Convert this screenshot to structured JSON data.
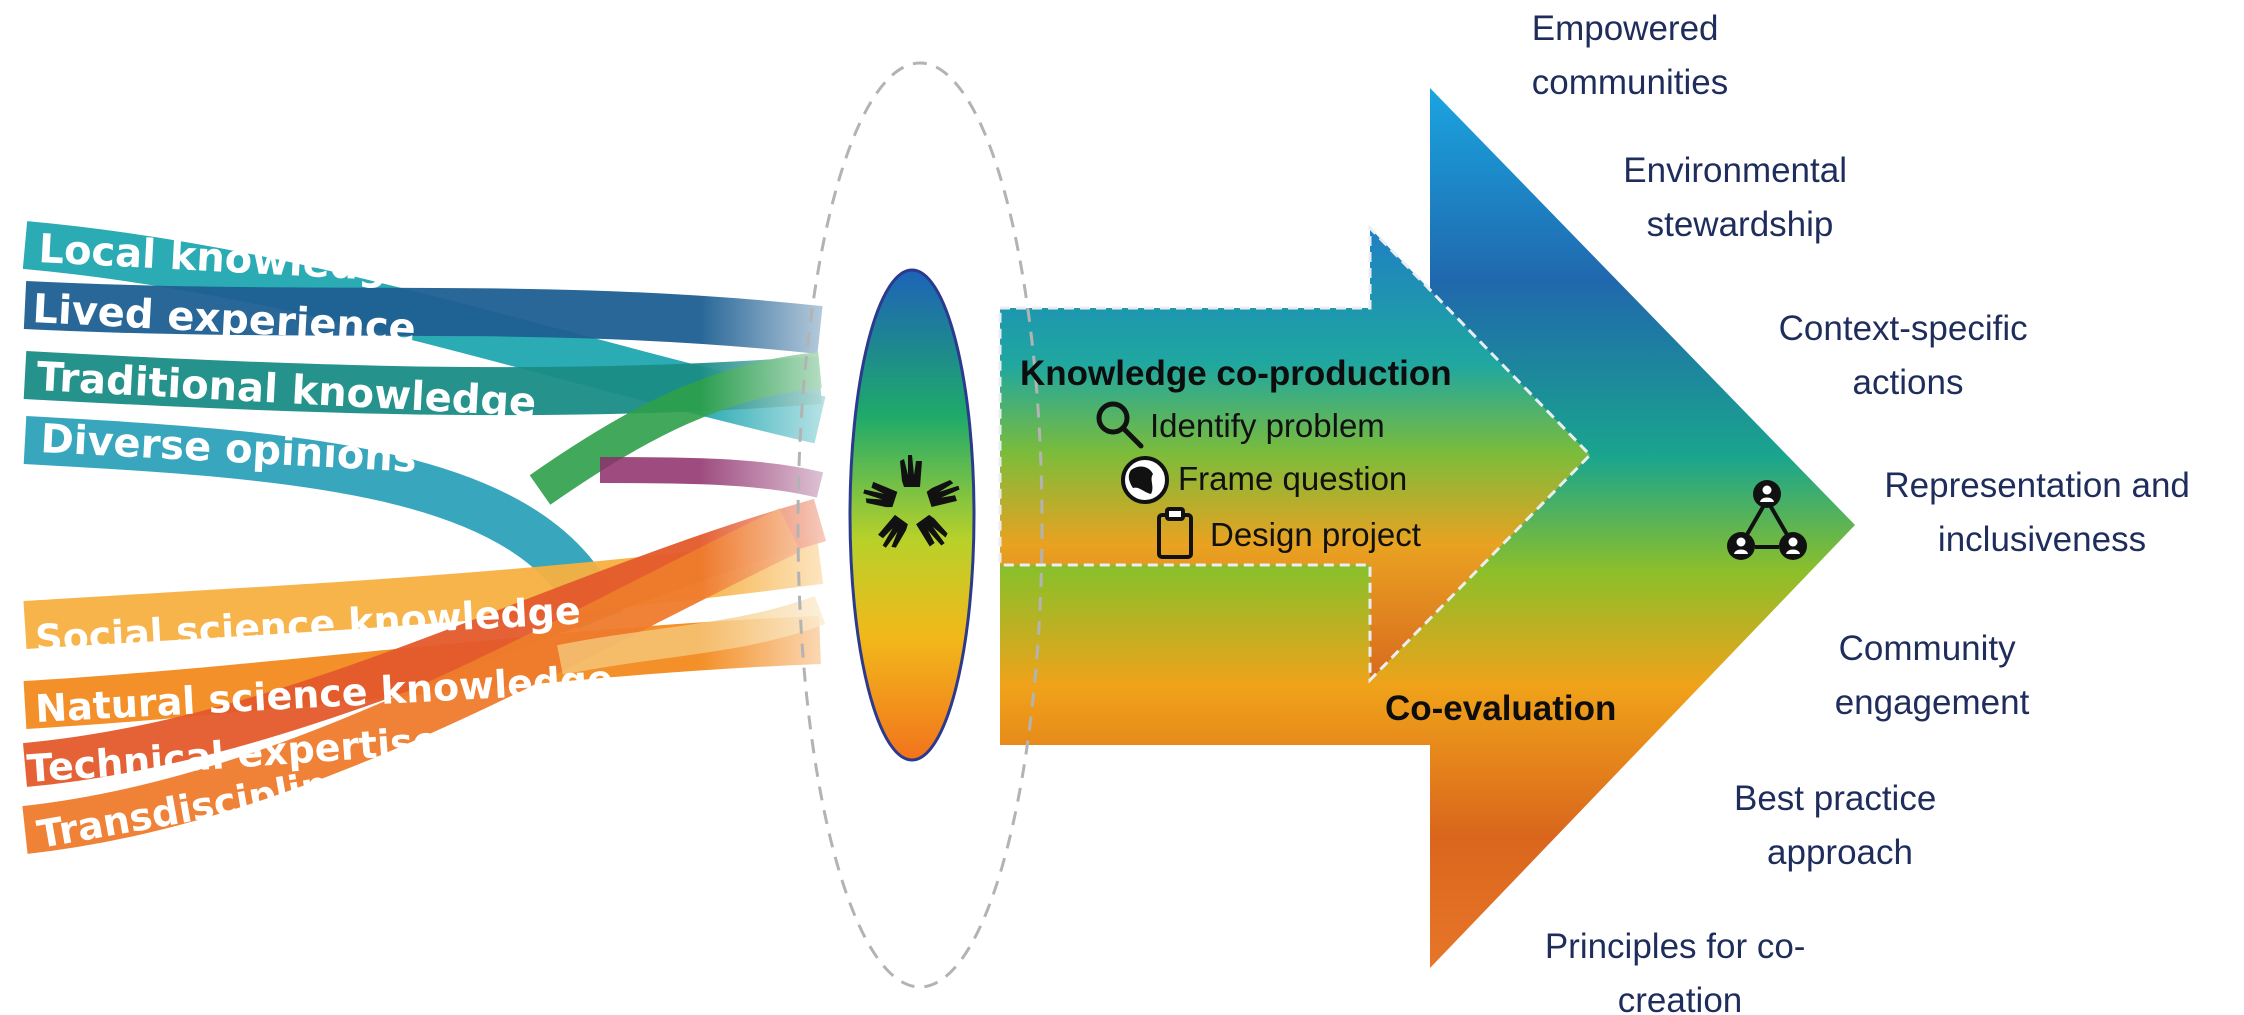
{
  "knowledge_inputs": {
    "local": "Local knowledge",
    "lived": "Lived experience",
    "traditional": "Traditional knowledge",
    "diverse": "Diverse opinions",
    "social": "Social science knowledge",
    "natural": "Natural science knowledge",
    "technical": "Technical expertise",
    "transdisciplinary": "Transdisciplinary knowledge"
  },
  "process": {
    "title": "Knowledge co-production",
    "steps": {
      "identify": "Identify problem",
      "frame": "Frame question",
      "design": "Design project"
    },
    "evaluation": "Co-evaluation"
  },
  "outcomes": {
    "empowered": [
      "Empowered",
      "communities"
    ],
    "environmental": [
      "Environmental",
      "stewardship"
    ],
    "context": [
      "Context-specific",
      "actions"
    ],
    "representation": [
      "Representation and",
      "inclusiveness"
    ],
    "community": [
      "Community",
      "engagement"
    ],
    "best": [
      "Best practice",
      "approach"
    ],
    "principles": [
      "Principles for co-",
      "creation"
    ]
  },
  "colors": {
    "teal": "#1ea3b3",
    "dark_blue": "#1d5f8e",
    "green": "#1f9a5a",
    "orange": "#f07d1a",
    "light_orange": "#f6a93b",
    "red_orange": "#e6562a",
    "text_navy": "#1f2d5c"
  },
  "icons": {
    "hands": "hands-circle-icon",
    "search": "magnifier-icon",
    "globe": "globe-icon",
    "clipboard": "clipboard-icon",
    "community": "people-network-icon"
  }
}
